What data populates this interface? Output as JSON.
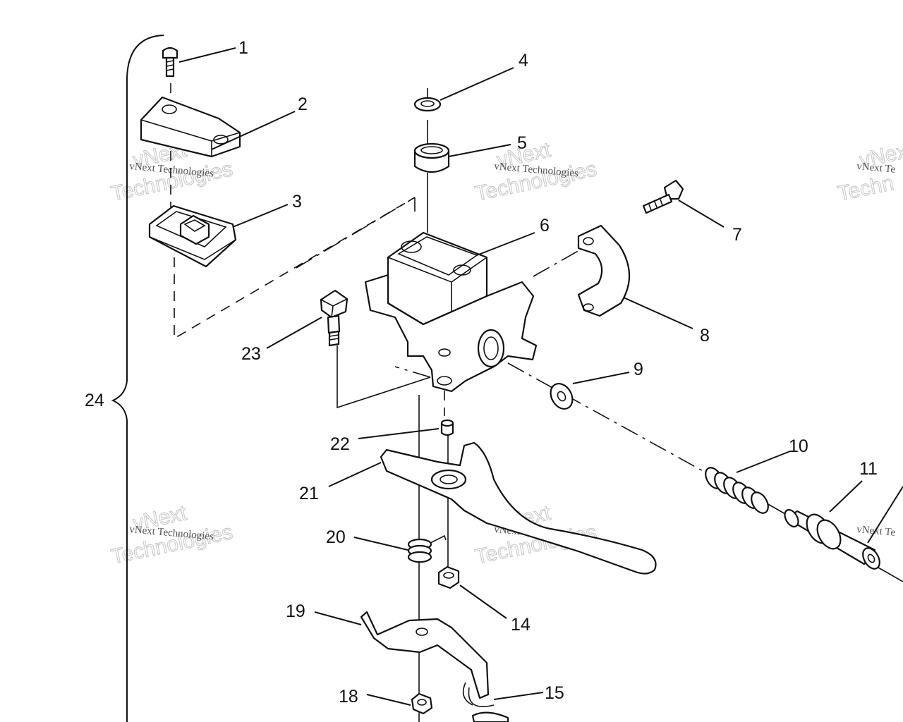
{
  "diagram": {
    "callouts": [
      {
        "id": "1",
        "label": "1"
      },
      {
        "id": "2",
        "label": "2"
      },
      {
        "id": "3",
        "label": "3"
      },
      {
        "id": "4",
        "label": "4"
      },
      {
        "id": "5",
        "label": "5"
      },
      {
        "id": "6",
        "label": "6"
      },
      {
        "id": "7",
        "label": "7"
      },
      {
        "id": "8",
        "label": "8"
      },
      {
        "id": "9",
        "label": "9"
      },
      {
        "id": "10",
        "label": "10"
      },
      {
        "id": "11",
        "label": "11"
      },
      {
        "id": "14",
        "label": "14"
      },
      {
        "id": "15",
        "label": "15"
      },
      {
        "id": "18",
        "label": "18"
      },
      {
        "id": "19",
        "label": "19"
      },
      {
        "id": "20",
        "label": "20"
      },
      {
        "id": "21",
        "label": "21"
      },
      {
        "id": "22",
        "label": "22"
      },
      {
        "id": "23",
        "label": "23"
      },
      {
        "id": "24",
        "label": "24"
      }
    ],
    "watermark": {
      "line1": "vNext Technologies",
      "line2": "vNext",
      "line3": "Technologies",
      "partial1": "vNext Te",
      "partial2": "Techn"
    }
  }
}
